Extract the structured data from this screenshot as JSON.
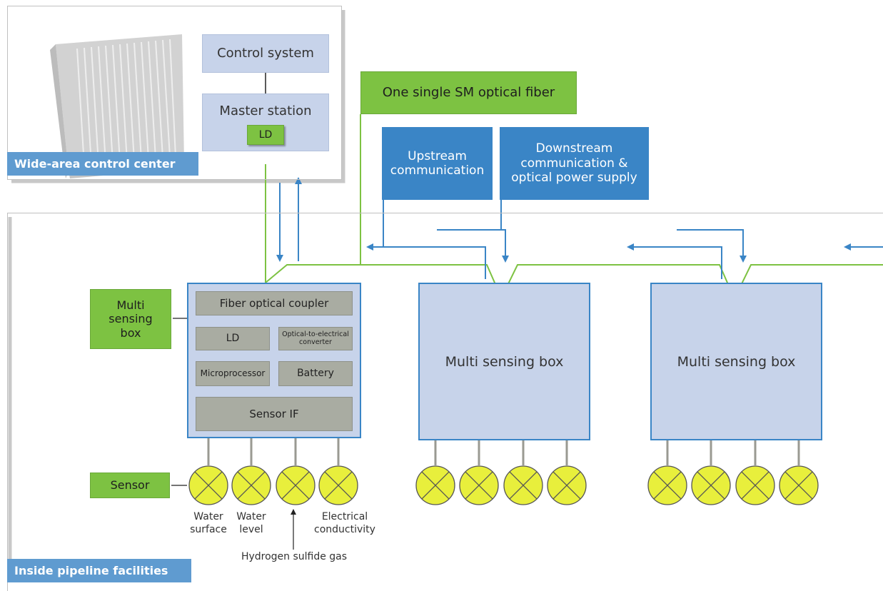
{
  "control_center": {
    "label": "Wide-area control center",
    "control_system": "Control system",
    "master_station": "Master station",
    "ld": "LD"
  },
  "fiber": {
    "label": "One single SM optical fiber"
  },
  "communication": {
    "upstream": "Upstream\ncommunication",
    "downstream": "Downstream\ncommunication &\noptical power supply"
  },
  "facilities": {
    "label": "Inside pipeline facilities"
  },
  "legend": {
    "multi_sensing_box": "Multi\nsensing\nbox",
    "sensor": "Sensor"
  },
  "detail_box": {
    "coupler": "Fiber optical coupler",
    "ld": "LD",
    "oe_converter": "Optical-to-electrical\nconverter",
    "microprocessor": "Microprocessor",
    "battery": "Battery",
    "sensor_if": "Sensor IF"
  },
  "boxes": [
    {
      "label": "Multi sensing box"
    },
    {
      "label": "Multi sensing box"
    }
  ],
  "sensor_labels": {
    "water_surface": "Water\nsurface",
    "water_level": "Water\nlevel",
    "electrical_conductivity": "Electrical\nconductivity",
    "hydrogen_sulfide": "Hydrogen sulfide gas"
  },
  "colors": {
    "fiber_green": "#7dc242",
    "arrow_blue": "#3a85c6",
    "sensor_yellow": "#e8ef3c"
  }
}
